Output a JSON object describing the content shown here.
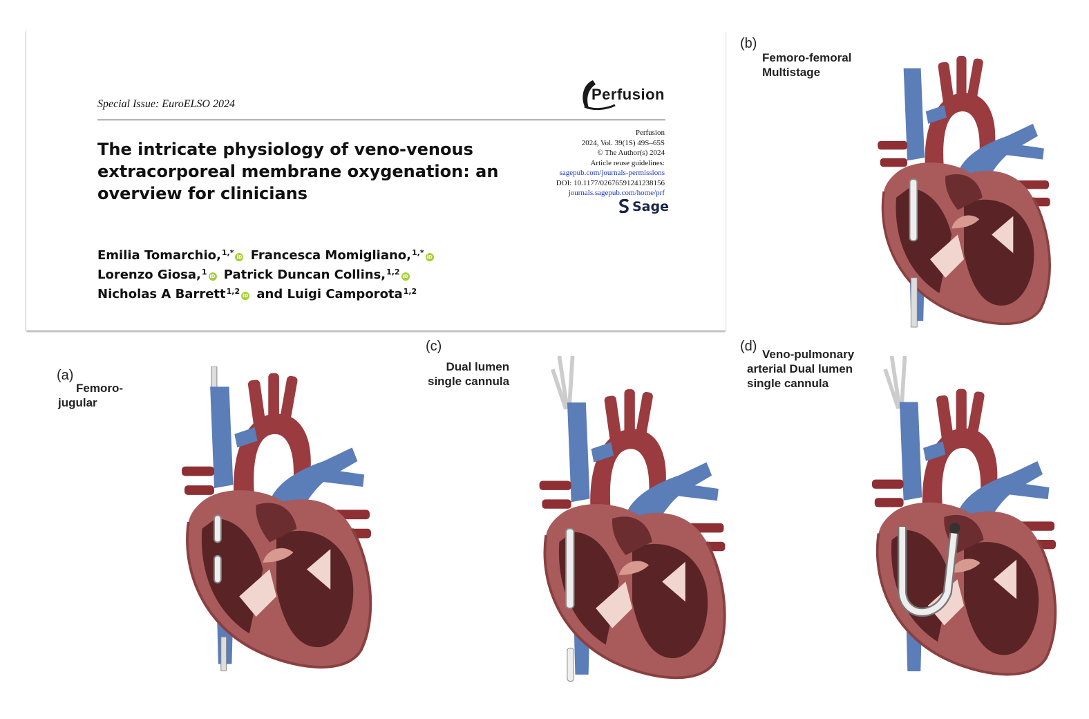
{
  "header": {
    "special_issue": "Special Issue: EuroELSO 2024",
    "journal_logo": "Perfusion",
    "title_lines": [
      "The intricate physiology of veno-venous",
      "extracorporeal membrane oxygenation: an",
      "overview for clinicians"
    ],
    "meta": {
      "journal": "Perfusion",
      "volume": "2024, Vol. 39(1S) 49S–65S",
      "copyright": "© The Author(s) 2024",
      "reuse": "Article reuse guidelines:",
      "permissions_link": "sagepub.com/journals-permissions",
      "doi": "DOI: 10.1177/02676591241238156",
      "journal_link": "journals.sagepub.com/home/prf"
    },
    "publisher": "Sage"
  },
  "authors": {
    "a1": "Emilia Tomarchio,",
    "a1_sup": "1,*",
    "a2": "Francesca Momigliano,",
    "a2_sup": "1,*",
    "a3": "Lorenzo Giosa,",
    "a3_sup": "1",
    "a4": "Patrick Duncan Collins,",
    "a4_sup": "1,2",
    "a5": "Nicholas A Barrett",
    "a5_sup": "1,2",
    "and": "and",
    "a6": "Luigi Camporota",
    "a6_sup": "1,2"
  },
  "panels": {
    "a": {
      "letter": "(a)",
      "caption": [
        "Femoro-",
        "jugular"
      ]
    },
    "b": {
      "letter": "(b)",
      "caption": [
        "Femoro-femoral",
        "Multistage"
      ]
    },
    "c": {
      "letter": "(c)",
      "caption": [
        "Dual lumen",
        "single cannula"
      ]
    },
    "d": {
      "letter": "(d)",
      "caption": [
        "Veno-pulmonary",
        "arterial Dual lumen",
        "single cannula"
      ]
    }
  },
  "colors": {
    "vein_blue": "#5b7db8",
    "artery_red": "#9a3b3f",
    "myocardium": "#a95b5b",
    "chamber_dark": "#5a2426",
    "orcid_green": "#a6ce39",
    "link_blue": "#1a35c9"
  }
}
